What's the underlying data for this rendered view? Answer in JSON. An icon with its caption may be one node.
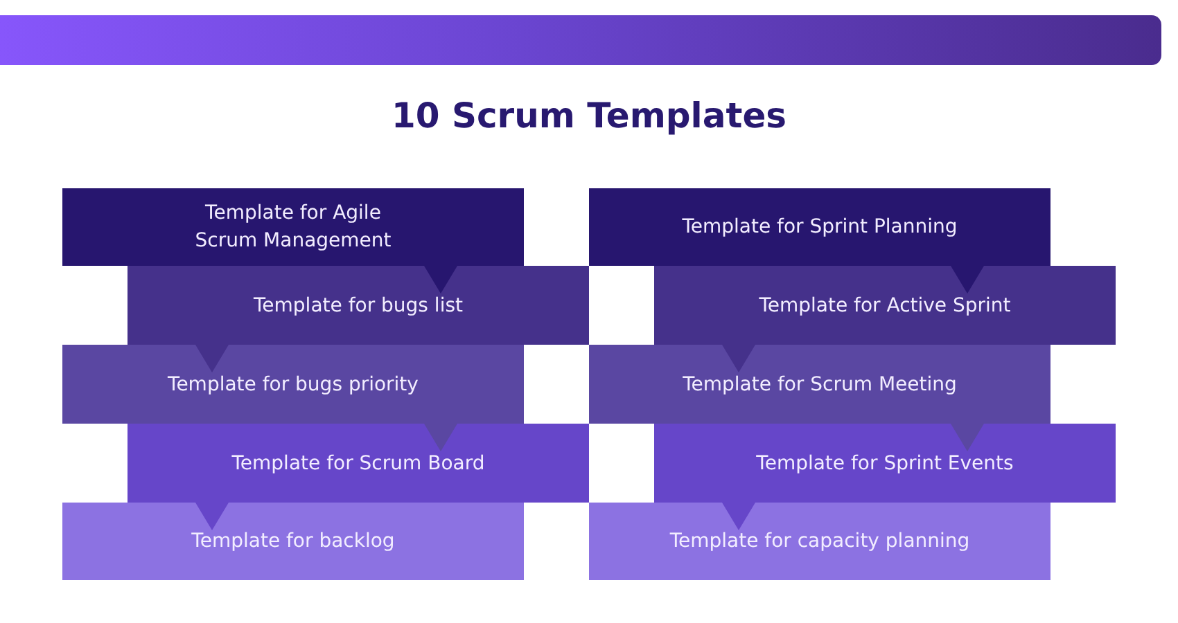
{
  "diagram": {
    "title": "10 Scrum Templates",
    "nodes": [
      {
        "text": [
          "Template for Agile Scrum Management"
        ]
      },
      {
        "text": [
          "Template for bugs list"
        ]
      },
      {
        "text": [
          "Template for bugs priority"
        ]
      },
      {
        "text": [
          "Template for Scrum Board"
        ]
      },
      {
        "text": [
          "Template for backlog"
        ]
      },
      {
        "text": [
          "Template for Sprint Planning"
        ]
      },
      {
        "text": [
          "Template for Active Sprint"
        ]
      },
      {
        "text": [
          "Template for Scrum Meeting"
        ]
      },
      {
        "text": [
          "Template for Sprint Events"
        ]
      },
      {
        "text": [
          "Template for capacity planning"
        ]
      }
    ],
    "edges": [
      {
        "from": 0,
        "to": 1,
        "arrow": "to"
      },
      {
        "from": 1,
        "to": 2,
        "arrow": "to"
      },
      {
        "from": 2,
        "to": 3,
        "arrow": "to"
      },
      {
        "from": 3,
        "to": 4,
        "arrow": "to"
      },
      {
        "from": 5,
        "to": 6,
        "arrow": "to"
      },
      {
        "from": 6,
        "to": 7,
        "arrow": "to"
      },
      {
        "from": 7,
        "to": 8,
        "arrow": "to"
      },
      {
        "from": 8,
        "to": 9,
        "arrow": "to"
      }
    ]
  }
}
